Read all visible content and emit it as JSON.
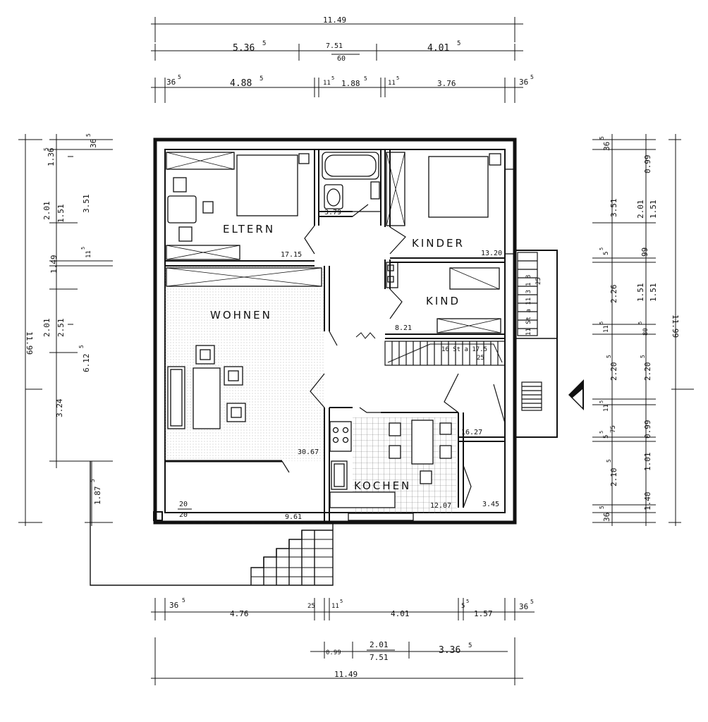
{
  "rooms": {
    "eltern": {
      "label": "ELTERN",
      "area": "17.15"
    },
    "bad": {
      "area": "3.79"
    },
    "kinder": {
      "label": "KINDER",
      "area": "13.20"
    },
    "kind": {
      "label": "KIND",
      "area": "8.21"
    },
    "wohnen": {
      "label": "WOHNEN",
      "area": "30.67"
    },
    "kochen": {
      "label": "KOCHEN",
      "area": "12.07"
    },
    "flur": {
      "area": "16.27"
    },
    "abstell": {
      "area": "3.45"
    },
    "terrasse": {
      "area": "9.61"
    }
  },
  "stairs": {
    "upper": {
      "top": "1 8",
      "bottom": "25",
      "label": "11 St a 11 3"
    },
    "main": {
      "label": "16 St a 17.5",
      "bottom": "25"
    }
  },
  "column_label": {
    "top": "20",
    "bottom": "20"
  },
  "dims_top": {
    "overall": "11.49",
    "row2": {
      "left": "5.36",
      "left_sup": "5",
      "mid_top": "7.51",
      "mid_bottom": "60",
      "right": "4.01",
      "right_sup": "5"
    },
    "row3": {
      "a": "36",
      "a_sup": "5",
      "b": "4.88",
      "b_sup": "5",
      "c": "11",
      "c_sup": "5",
      "d": "1.88",
      "d_sup": "5",
      "e": "11",
      "e_sup": "5",
      "f": "3.76",
      "g": "36",
      "g_sup": "5"
    }
  },
  "dims_bottom": {
    "overall": "11.49",
    "row1": {
      "a": "36",
      "a_sup": "5",
      "b": "4.76",
      "c": "25",
      "d": "11",
      "d_sup": "5",
      "e": "4.01",
      "f": "5",
      "f_sup": "5",
      "g": "1.57",
      "h": "36",
      "h_sup": "5"
    },
    "row2": {
      "a": "0.99",
      "b_top": "2.01",
      "b_bottom": "7.51",
      "c": "3.36",
      "c_sup": "5"
    }
  },
  "dims_left": {
    "overall": "11.99",
    "col2": {
      "a": "36",
      "a_sup": "5",
      "b_top": "1.36",
      "b_sup": "5",
      "c1": "2.01",
      "c2": "1.51",
      "d": "1.49",
      "e1": "2.01",
      "e2": "2.51",
      "f": "3.24"
    },
    "col3": {
      "a": "3.51",
      "b": "11",
      "b_sup": "5",
      "c": "6.12",
      "c_sup": "5",
      "d": "1.87",
      "d_sup": "5"
    }
  },
  "dims_right": {
    "overall": "11.99",
    "col1": {
      "a": "36",
      "a_sup": "5",
      "b": "3.51",
      "c": "5",
      "c_sup": "5",
      "d": "2.26",
      "e": "11",
      "e_sup": "5",
      "f": "2.20",
      "f_sup": "5",
      "g": "11",
      "g_sup": "5",
      "h": "5",
      "h_sup": "5",
      "i": "75",
      "j": "2.10",
      "j_sup": "5",
      "k": "36",
      "k_sup": "5"
    },
    "col2": {
      "a": "0.99",
      "b1": "2.01",
      "b2": "1.51",
      "c": "99",
      "d1": "1.51",
      "d2": "1.51",
      "e": "80",
      "e_sup": "5",
      "f": "2.20",
      "f_sup": "5",
      "g": "0.99",
      "h": "1.01",
      "i": "1.40"
    }
  }
}
